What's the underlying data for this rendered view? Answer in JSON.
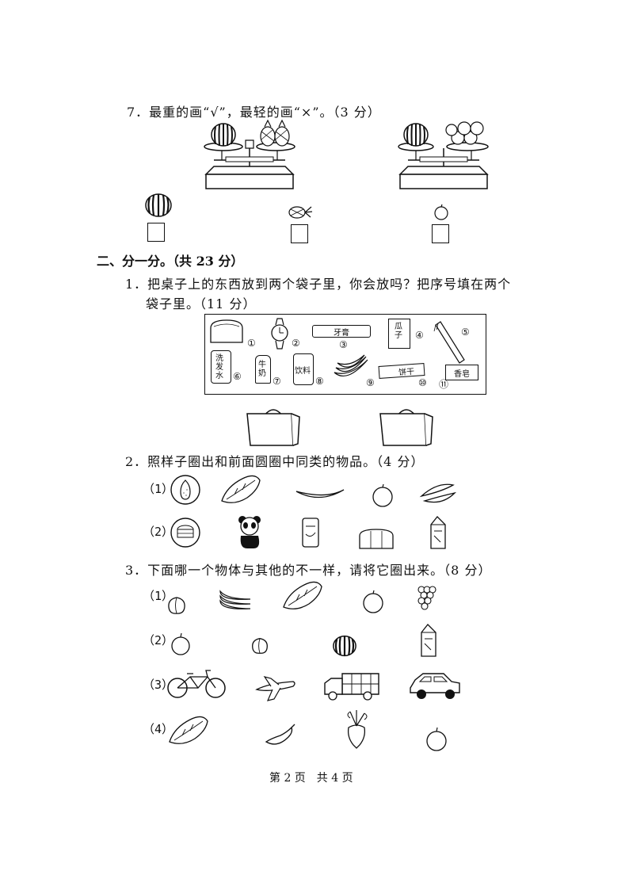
{
  "q7": {
    "text": "7．最重的画“√”，最轻的画“×”。（3 分）"
  },
  "section2": {
    "title": "二、分一分。（共 23 分）"
  },
  "q1": {
    "line1": "1．把桌子上的东西放到两个袋子里，你会放吗？把序号填在两个",
    "line2": "袋子里。（11 分）",
    "items": [
      {
        "num": "①",
        "label": ""
      },
      {
        "num": "②",
        "label": ""
      },
      {
        "num": "③",
        "label": "牙膏"
      },
      {
        "num": "④",
        "label": "瓜子"
      },
      {
        "num": "⑤",
        "label": ""
      },
      {
        "num": "⑥",
        "label": "洗发水"
      },
      {
        "num": "⑦",
        "label": "牛奶"
      },
      {
        "num": "⑧",
        "label": "饮料"
      },
      {
        "num": "⑨",
        "label": ""
      },
      {
        "num": "⑩",
        "label": "饼干"
      },
      {
        "num": "⑪",
        "label": "香皂"
      }
    ]
  },
  "q2": {
    "text": "2．照样子圈出和前面圆圈中同类的物品。（4 分）",
    "rows": [
      {
        "label": "（1）"
      },
      {
        "label": "（2）"
      }
    ]
  },
  "q3": {
    "text": "3．下面哪一个物体与其他的不一样，请将它圈出来。（8 分）",
    "rows": [
      {
        "label": "（1）"
      },
      {
        "label": "（2）"
      },
      {
        "label": "（3）"
      },
      {
        "label": "（4）"
      }
    ]
  },
  "footer": {
    "text": "第 2 页　共 4 页"
  }
}
